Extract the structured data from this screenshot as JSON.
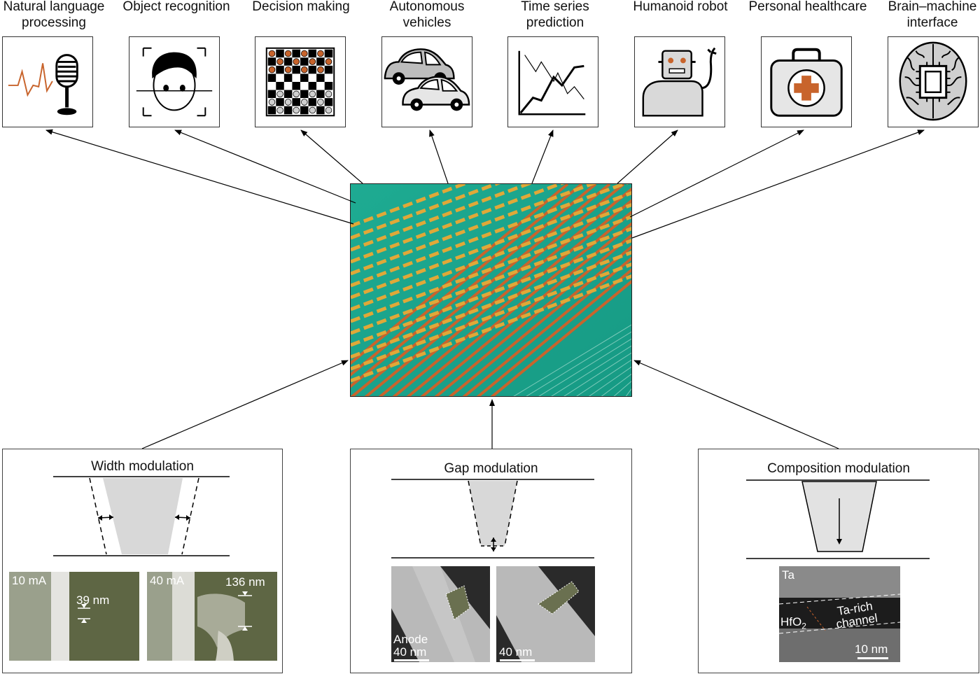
{
  "applications": [
    {
      "label": "Natural language processing",
      "icon": "microphone-waveform-icon"
    },
    {
      "label": "Object recognition",
      "icon": "face-recognition-icon"
    },
    {
      "label": "Decision making",
      "icon": "checkerboard-icon"
    },
    {
      "label": "Autonomous vehicles",
      "icon": "cars-icon"
    },
    {
      "label": "Time series prediction",
      "icon": "line-chart-icon"
    },
    {
      "label": "Humanoid robot",
      "icon": "robot-icon"
    },
    {
      "label": "Personal healthcare",
      "icon": "medical-kit-icon"
    },
    {
      "label": "Brain–machine interface",
      "icon": "brain-chip-icon"
    }
  ],
  "center_image": {
    "icon": "crossbar-array-image"
  },
  "panels": {
    "width": {
      "title": "Width modulation",
      "micro_left": {
        "current": "10 mA",
        "measure": "39 nm"
      },
      "micro_right": {
        "current": "40 mA",
        "measure": "136 nm"
      }
    },
    "gap": {
      "title": "Gap modulation",
      "micro_left": {
        "label": "Anode",
        "scale": "40 nm"
      },
      "micro_right": {
        "scale": "40 nm"
      }
    },
    "composition": {
      "title": "Composition modulation",
      "micro": {
        "top_label": "Ta",
        "oxide_base": "HfO",
        "oxide_sub": "2",
        "channel_line1": "Ta-rich",
        "channel_line2": "channel",
        "scale": "10 nm"
      }
    }
  },
  "colors": {
    "accent_orange": "#c8642c",
    "teal": "#1aa08a",
    "gold": "#e0a838"
  }
}
